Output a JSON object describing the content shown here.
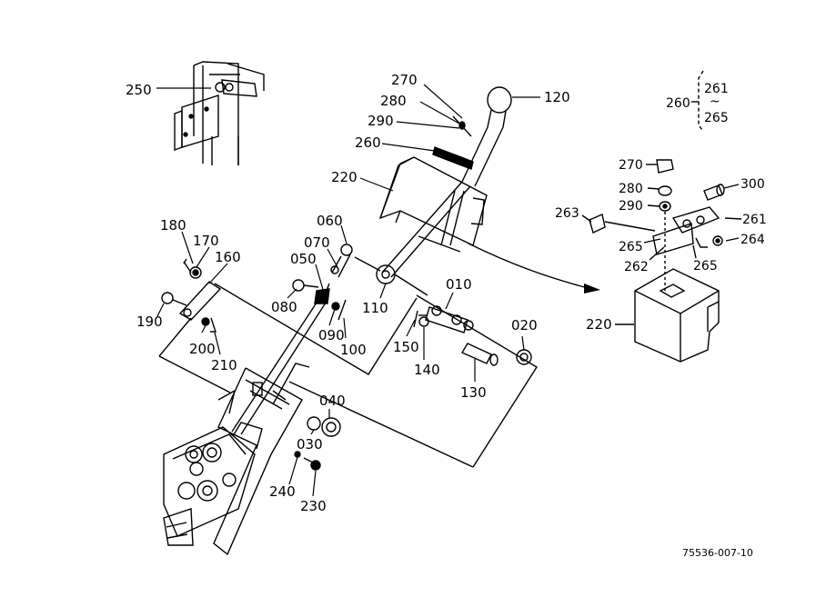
{
  "diagram": {
    "reference_code": "75536-007-10",
    "part_numbers": {
      "p250": "250",
      "p270": "270",
      "p280": "280",
      "p290": "290",
      "p120": "120",
      "p260": "260",
      "p220": "220",
      "p180": "180",
      "p170": "170",
      "p160": "160",
      "p060": "060",
      "p070": "070",
      "p050": "050",
      "p080": "080",
      "p110": "110",
      "p090": "090",
      "p100": "100",
      "p190": "190",
      "p200": "200",
      "p210": "210",
      "p010": "010",
      "p150": "150",
      "p140": "140",
      "p020": "020",
      "p130": "130",
      "p040": "040",
      "p030": "030",
      "p240": "240",
      "p230": "230"
    },
    "detail": {
      "group_label": "260",
      "group_from": "261",
      "group_tilde": "~",
      "group_to": "265",
      "p270": "270",
      "p280": "280",
      "p290": "290",
      "p263": "263",
      "p300": "300",
      "p261": "261",
      "p264": "264",
      "p265a": "265",
      "p262": "262",
      "p265b": "265",
      "p220": "220"
    }
  }
}
